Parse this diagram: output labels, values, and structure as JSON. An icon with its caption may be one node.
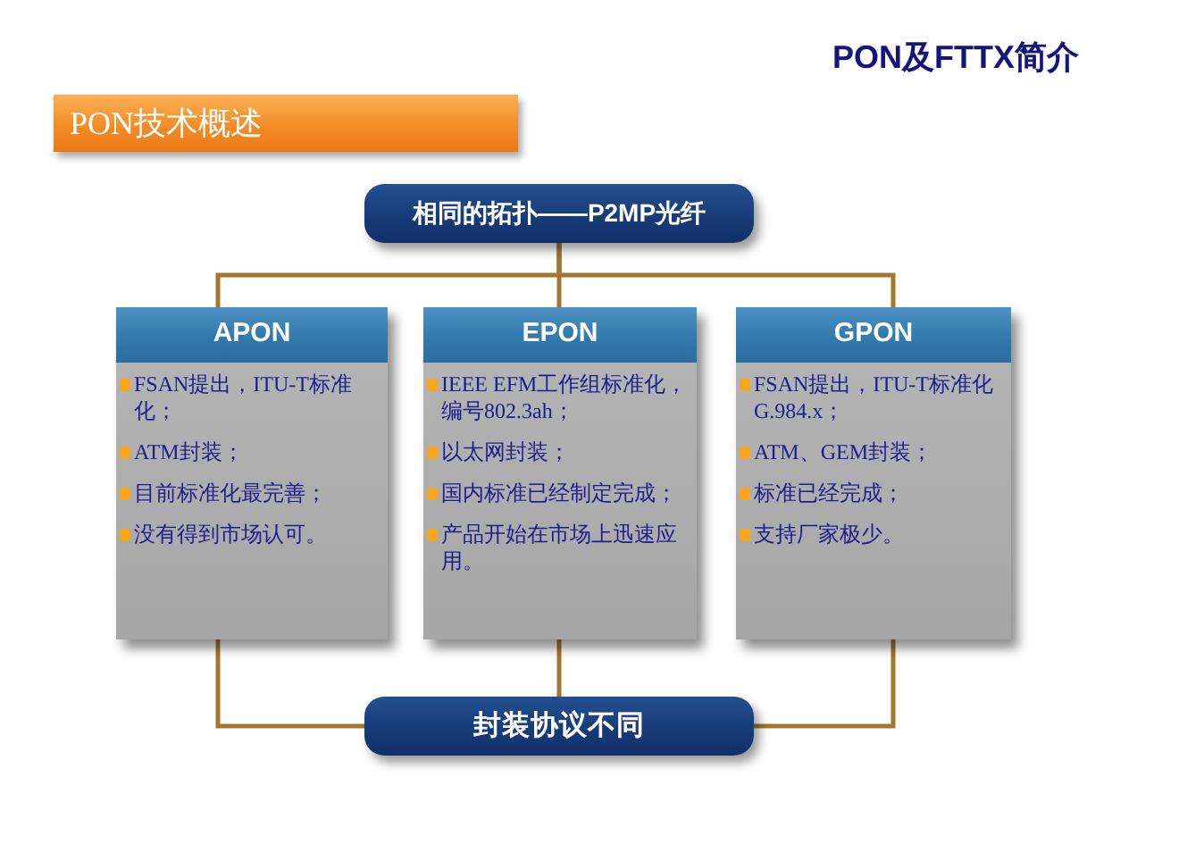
{
  "diagram": {
    "title": "PON及FTTX简介",
    "nodes": [
      {
        "text": [
          "PON技术概述"
        ]
      },
      {
        "text": [
          "相同的拓扑——P2MP光纤"
        ]
      },
      {
        "text": [
          "APON",
          "FSAN提出，ITU-T标准化；",
          "ATM封装；",
          "目前标准化最完善；",
          "没有得到市场认可。"
        ]
      },
      {
        "text": [
          "EPON",
          "IEEE EFM工作组标准化，编号802.3ah；",
          "以太网封装；",
          "国内标准已经制定完成；",
          "产品开始在市场上迅速应用。"
        ]
      },
      {
        "text": [
          "GPON",
          "FSAN提出，ITU-T标准化 G.984.x；",
          "ATM、GEM封装；",
          "标准已经完成；",
          "支持厂家极少。"
        ]
      },
      {
        "text": [
          "封装协议不同"
        ]
      }
    ],
    "edges": [
      {
        "from": 1,
        "to": 2,
        "arrow": "none"
      },
      {
        "from": 1,
        "to": 3,
        "arrow": "none"
      },
      {
        "from": 1,
        "to": 4,
        "arrow": "none"
      },
      {
        "from": 2,
        "to": 5,
        "arrow": "none"
      },
      {
        "from": 3,
        "to": 5,
        "arrow": "none"
      },
      {
        "from": 4,
        "to": 5,
        "arrow": "none"
      }
    ]
  }
}
